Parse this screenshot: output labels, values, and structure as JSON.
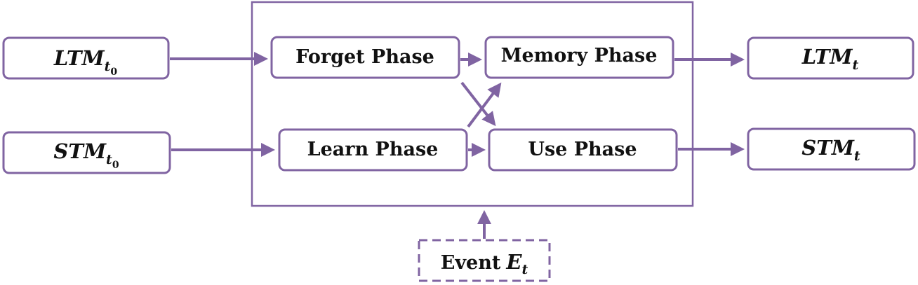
{
  "colors": {
    "accent": "#8064a2",
    "text": "#111111",
    "background": "#ffffff"
  },
  "inputs": {
    "ltm": {
      "base": "LTM",
      "sub": "t",
      "subsub": "0"
    },
    "stm": {
      "base": "STM",
      "sub": "t",
      "subsub": "0"
    }
  },
  "phases": {
    "forget": "Forget Phase",
    "learn": "Learn Phase",
    "memory": "Memory Phase",
    "use": "Use Phase"
  },
  "outputs": {
    "ltm": {
      "base": "LTM",
      "sub": "t"
    },
    "stm": {
      "base": "STM",
      "sub": "t"
    }
  },
  "event": {
    "word": "Event",
    "symbol": "E",
    "sub": "t"
  }
}
